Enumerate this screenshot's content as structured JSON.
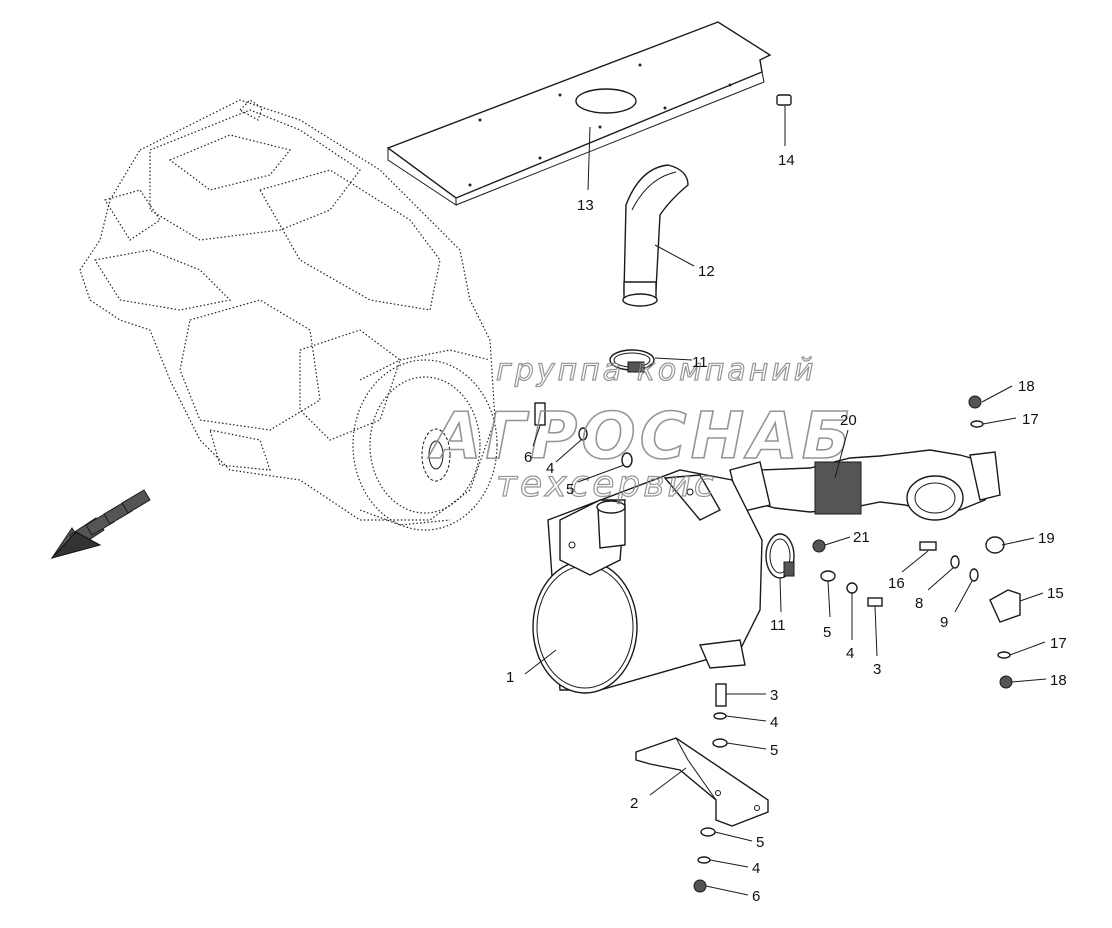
{
  "watermark": {
    "line1": "группа компаний",
    "line2": "АГРОСНАБ",
    "line3": "техсервис"
  },
  "callouts": [
    {
      "id": "c13",
      "text": "13"
    },
    {
      "id": "c14",
      "text": "14"
    },
    {
      "id": "c12",
      "text": "12"
    },
    {
      "id": "c11a",
      "text": "11"
    },
    {
      "id": "c18a",
      "text": "18"
    },
    {
      "id": "c17a",
      "text": "17"
    },
    {
      "id": "c20",
      "text": "20"
    },
    {
      "id": "c6a",
      "text": "6"
    },
    {
      "id": "c4a",
      "text": "4"
    },
    {
      "id": "c5a",
      "text": "5"
    },
    {
      "id": "c21",
      "text": "21"
    },
    {
      "id": "c19",
      "text": "19"
    },
    {
      "id": "c16",
      "text": "16"
    },
    {
      "id": "c8",
      "text": "8"
    },
    {
      "id": "c9",
      "text": "9"
    },
    {
      "id": "c15",
      "text": "15"
    },
    {
      "id": "c5b",
      "text": "5"
    },
    {
      "id": "c4b",
      "text": "4"
    },
    {
      "id": "c3a",
      "text": "3"
    },
    {
      "id": "c11b",
      "text": "11"
    },
    {
      "id": "c17b",
      "text": "17"
    },
    {
      "id": "c18b",
      "text": "18"
    },
    {
      "id": "c1",
      "text": "1"
    },
    {
      "id": "c3b",
      "text": "3"
    },
    {
      "id": "c4c",
      "text": "4"
    },
    {
      "id": "c5c",
      "text": "5"
    },
    {
      "id": "c2",
      "text": "2"
    },
    {
      "id": "c5d",
      "text": "5"
    },
    {
      "id": "c4d",
      "text": "4"
    },
    {
      "id": "c6b",
      "text": "6"
    }
  ]
}
